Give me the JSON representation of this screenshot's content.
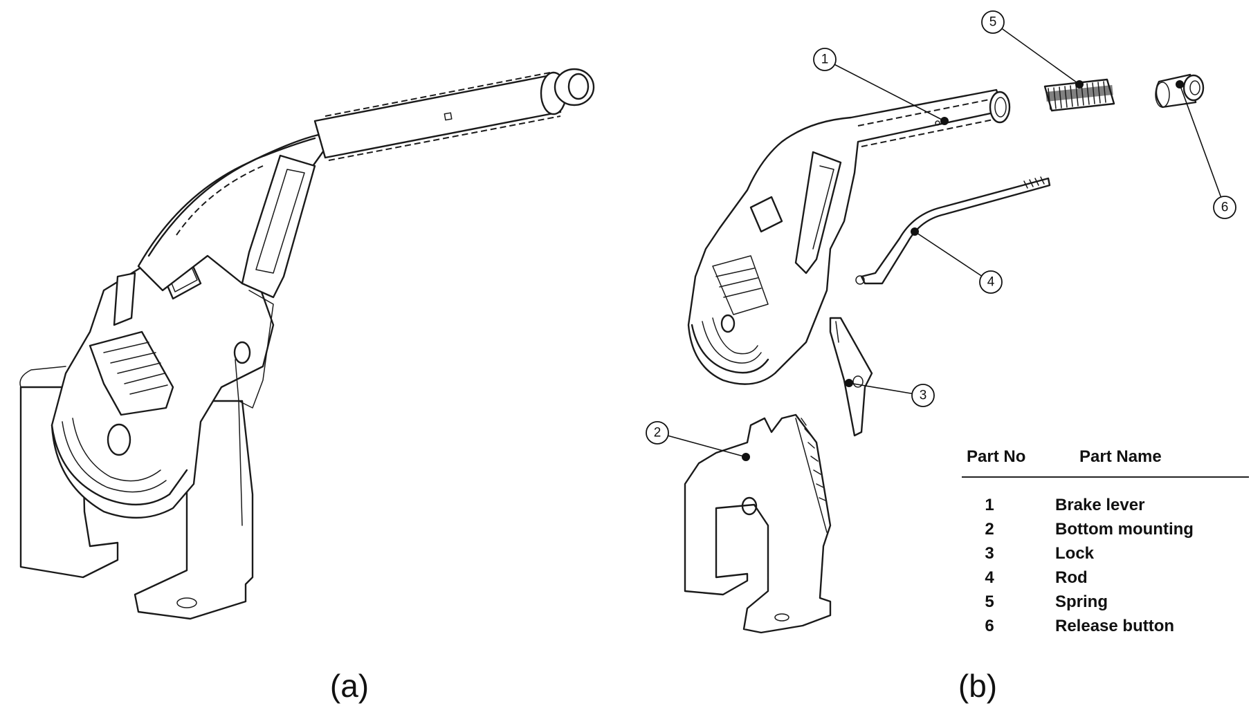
{
  "subfigures": [
    {
      "id": "a",
      "label": "(a)"
    },
    {
      "id": "b",
      "label": "(b)"
    }
  ],
  "callouts": [
    "1",
    "2",
    "3",
    "4",
    "5",
    "6"
  ],
  "parts_table": {
    "headers": {
      "part_no": "Part No",
      "part_name": "Part Name"
    },
    "rows": [
      {
        "no": "1",
        "name": "Brake lever"
      },
      {
        "no": "2",
        "name": "Bottom mounting"
      },
      {
        "no": "3",
        "name": "Lock"
      },
      {
        "no": "4",
        "name": "Rod"
      },
      {
        "no": "5",
        "name": "Spring"
      },
      {
        "no": "6",
        "name": "Release button"
      }
    ]
  }
}
